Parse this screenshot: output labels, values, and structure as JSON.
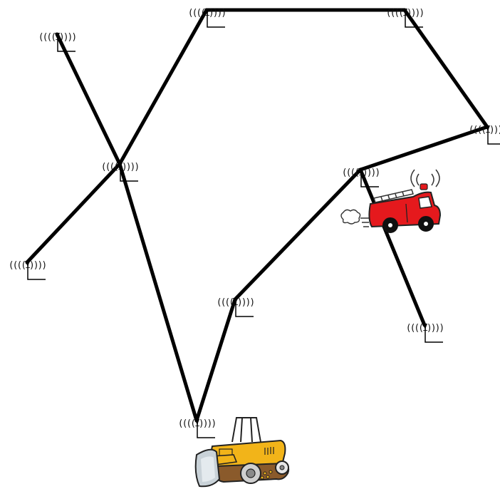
{
  "diagram": {
    "background": "#ffffff",
    "edge_color": "#000000",
    "node_icon": "antenna-node-icon",
    "node_label": "((((ı))))",
    "nodes": [
      {
        "id": "n-top-left"
      },
      {
        "id": "n-top-right"
      },
      {
        "id": "n-far-left"
      },
      {
        "id": "n-hub"
      },
      {
        "id": "n-right"
      },
      {
        "id": "n-fire-truck"
      },
      {
        "id": "n-left"
      },
      {
        "id": "n-middle"
      },
      {
        "id": "n-lower-right"
      },
      {
        "id": "n-bulldozer"
      }
    ],
    "edges": [
      [
        "n-top-left",
        "n-top-right"
      ],
      [
        "n-top-right",
        "n-right"
      ],
      [
        "n-right",
        "n-fire-truck"
      ],
      [
        "n-fire-truck",
        "n-middle"
      ],
      [
        "n-middle",
        "n-bulldozer"
      ],
      [
        "n-bulldozer",
        "n-hub"
      ],
      [
        "n-hub",
        "n-top-left"
      ],
      [
        "n-hub",
        "n-far-left"
      ],
      [
        "n-hub",
        "n-left"
      ],
      [
        "n-fire-truck",
        "n-lower-right"
      ]
    ],
    "vehicles": [
      {
        "name": "fire-truck",
        "icon": "fire-truck-icon",
        "body_color": "#e5191d",
        "attached_to": "n-fire-truck"
      },
      {
        "name": "bulldozer",
        "icon": "bulldozer-icon",
        "body_color": "#f2b419",
        "attached_to": "n-bulldozer"
      }
    ]
  }
}
